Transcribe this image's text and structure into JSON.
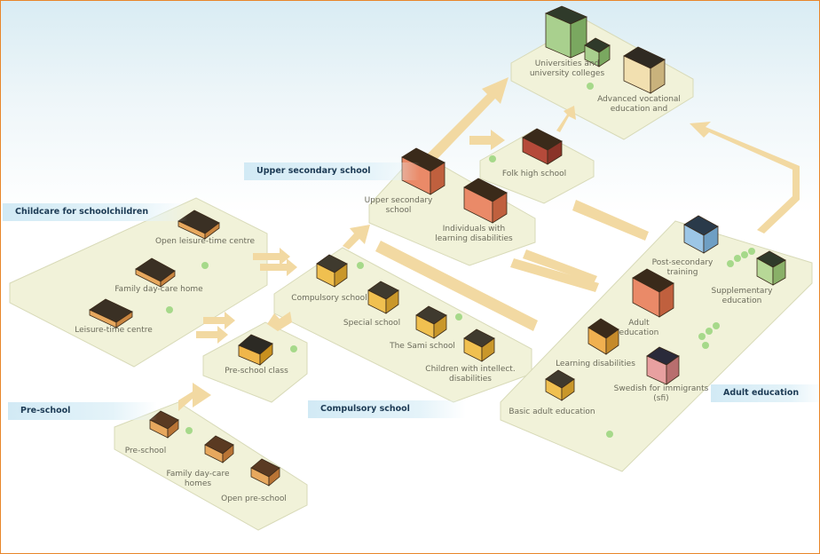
{
  "colors": {
    "platform": "#f1f2d9",
    "platform_edge": "#d8dab8",
    "arrow": "#f2d9a2",
    "tag_bg": "#d2eaf5",
    "border": "#e8862a"
  },
  "sections": {
    "childcare": "Childcare for schoolchildren",
    "upper_secondary": "Upper secondary school",
    "preschool": "Pre-school",
    "compulsory": "Compulsory school",
    "adult": "Adult education"
  },
  "buildings": {
    "leisure_centre": "Open leisure-time centre",
    "family_daycare_school": "Family day-care home",
    "leisure_time_centre": "Leisure-time centre",
    "preschool_class": "Pre-school class",
    "preschool": "Pre-school",
    "family_daycare_home": "Family day-care homes",
    "open_preschool": "Open pre-school",
    "compulsory": "Compulsory school",
    "special": "Special school",
    "sami": "The Sami school",
    "children_disabilities": "Children with intellect. disabilities",
    "upper_sec": "Upper secondary school",
    "upper_sec_disab": "Individuals with learning disabilities",
    "folk_high": "Folk high school",
    "universities": "Universities and university colleges",
    "advanced_voc": "Advanced vocational education and",
    "post_secondary": "Post-secondary training",
    "supplementary": "Supplementary education",
    "adult_ed": "Adult education",
    "learning_disab": "Learning disabilities",
    "swedish_immigrants": "Swedish for immigrants (sfi)",
    "basic_adult": "Basic adult education"
  }
}
